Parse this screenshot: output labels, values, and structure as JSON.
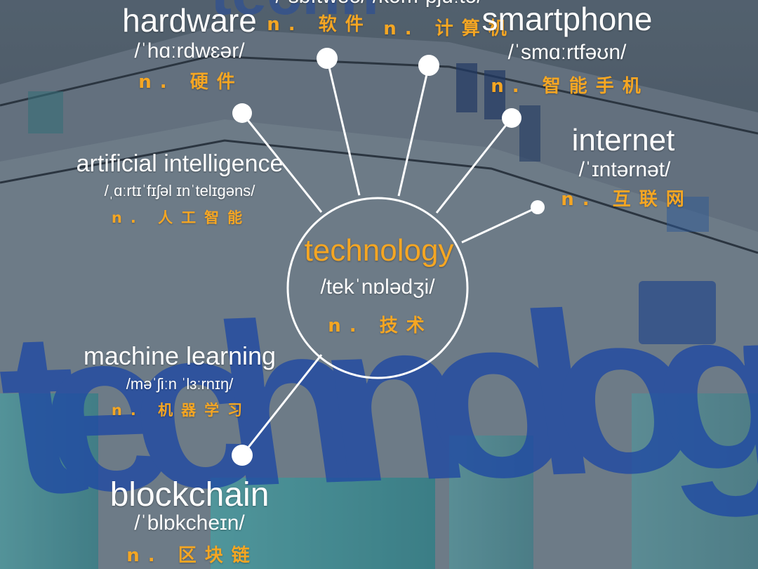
{
  "center": {
    "word": "technology",
    "phonetic": "/tekˈnɒlədʒi/",
    "meaning": "n. 技术"
  },
  "top_partial": {
    "phonetic": "/ˈsɒftweə/ /kəmˈpjuːtə/",
    "meanings": [
      "n. 软件",
      "n. 计算机"
    ]
  },
  "terms": [
    {
      "word": "hardware",
      "phonetic": "/ˈhɑːrdwɛər/",
      "meaning": "n. 硬件"
    },
    {
      "word": "smartphone",
      "phonetic": "/ˈsmɑːrtfəʊn/",
      "meaning": "n. 智能手机"
    },
    {
      "word": "internet",
      "phonetic": "/ˈɪntərnət/",
      "meaning": "n. 互联网"
    },
    {
      "word": "artificial intelligence",
      "phonetic": "/ˌɑːrtɪˈfɪʃəl ɪnˈtelɪɡəns/",
      "meaning": "n. 人工智能"
    },
    {
      "word": "machine learning",
      "phonetic": "/məˈʃiːn ˈlɜːrnɪŋ/",
      "meaning": "n. 机器学习"
    },
    {
      "word": "blockchain",
      "phonetic": "/ˈblɒkcheɪn/",
      "meaning": "n. 区块链"
    }
  ],
  "background_sign_text": "technology",
  "colors": {
    "accent": "#f5a623",
    "text": "#ffffff",
    "background": "#3d4d5e",
    "sign_blue": "#1e4fb8"
  }
}
